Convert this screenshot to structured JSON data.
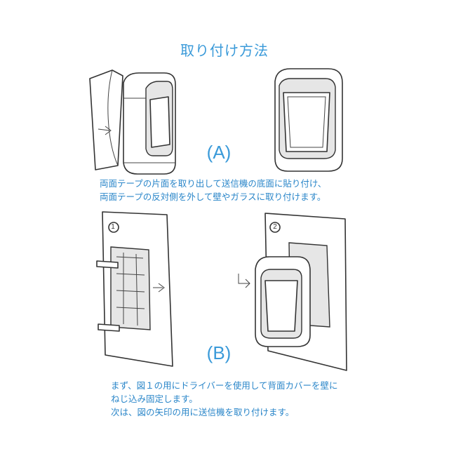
{
  "title": "取り付け方法",
  "section_a": {
    "label": "(A)",
    "lines": [
      "両面テープの片面を取り出して送信機の底面に貼り付け、",
      "両面テープの反対側を外して壁やガラスに取り付けます。"
    ]
  },
  "section_b": {
    "label": "(B)",
    "step1": "1",
    "step2": "2",
    "lines": [
      "まず、図１の用にドライバーを使用して背面カバーを壁に",
      "ねじ込み固定します。",
      "次は、図の矢印の用に送信機を取り付けます。"
    ]
  },
  "accent_color": "#3a9ad9"
}
